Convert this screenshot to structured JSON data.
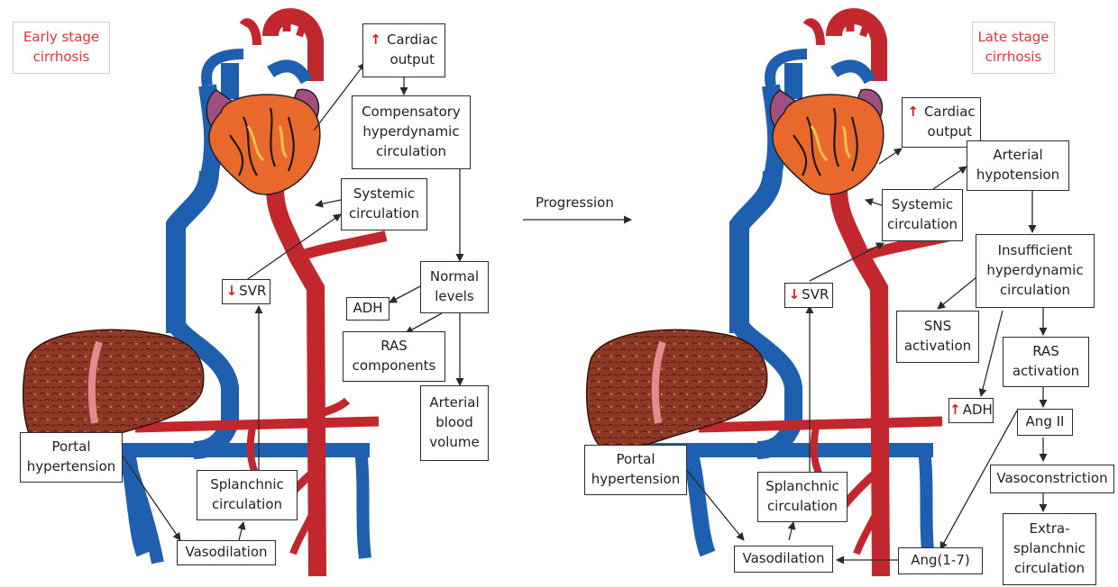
{
  "early": {
    "stage_label": [
      "Early stage",
      "cirrhosis"
    ],
    "cardiac": [
      "Cardiac",
      "output"
    ],
    "compensatory": [
      "Compensatory",
      "hyperdynamic",
      "circulation"
    ],
    "systemic": [
      "Systemic",
      "circulation"
    ],
    "svr": "SVR",
    "normal": [
      "Normal",
      "levels"
    ],
    "adh": "ADH",
    "ras": [
      "RAS",
      "components"
    ],
    "arterial_volume": [
      "Arterial",
      "blood",
      "volume"
    ],
    "portal": [
      "Portal",
      "hypertension"
    ],
    "splanchnic": [
      "Splanchnic",
      "circulation"
    ],
    "vasodilation": "Vasodilation"
  },
  "progression": "Progression",
  "late": {
    "stage_label": [
      "Late stage",
      "cirrhosis"
    ],
    "cardiac": [
      "Cardiac",
      "output"
    ],
    "arterial_hypo": [
      "Arterial",
      "hypotension"
    ],
    "systemic": [
      "Systemic",
      "circulation"
    ],
    "svr": "SVR",
    "insufficient": [
      "Insufficient",
      "hyperdynamic",
      "circulation"
    ],
    "sns": [
      "SNS",
      "activation"
    ],
    "ras_act": [
      "RAS",
      "activation"
    ],
    "adh": "ADH",
    "ang2": "Ang II",
    "vasoconstriction": "Vasoconstriction",
    "extra": [
      "Extra-",
      "splanchnic",
      "circulation"
    ],
    "portal": [
      "Portal",
      "hypertension"
    ],
    "splanchnic": [
      "Splanchnic",
      "circulation"
    ],
    "vasodilation": "Vasodilation",
    "ang17": "Ang(1-7)"
  },
  "colors": {
    "artery": "#c1272d",
    "vein": "#1f5fb0",
    "liver": "#8f3a27",
    "liver_spots": "#5a1f12",
    "heart_orange": "#e9692c",
    "heart_purple": "#a0507e",
    "accent_text": "#e2343a",
    "arrow_red": "#d21f26"
  },
  "icons": [
    "heart-illustration",
    "liver-illustration",
    "up-arrow-icon",
    "down-arrow-icon"
  ]
}
